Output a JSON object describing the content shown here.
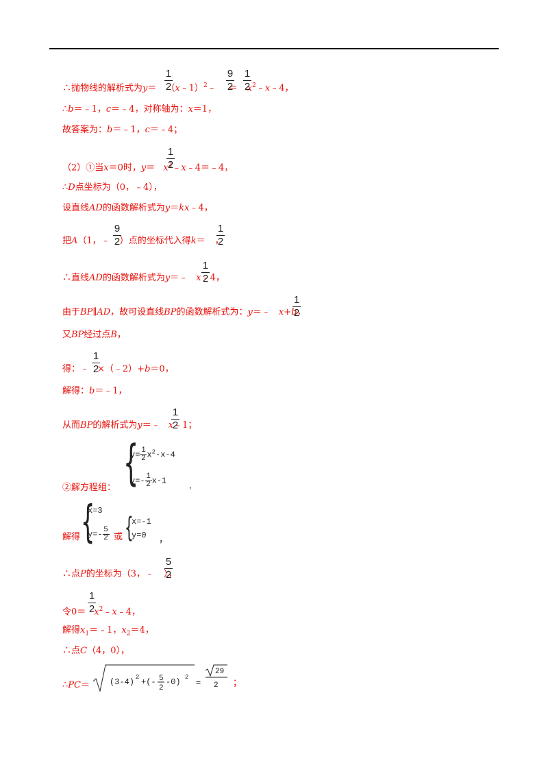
{
  "lines": {
    "l1": "∴抛物线的解析式为y＝½（x﹣1）²﹣9/2＝½x²﹣x﹣4，",
    "l2": "∴b＝﹣1，c＝﹣4，对称轴为：x＝1，",
    "l3": "故答案为：b＝﹣1，c＝﹣4；",
    "l4": "（2）①当x＝0时，y＝½x²﹣x﹣4＝﹣4，",
    "l5": "∴D点坐标为（0，﹣4），",
    "l6": "设直线AD的函数解析式为y＝kx﹣4，",
    "l7": "把A（1，﹣9/2）点的坐标代入得k＝½，",
    "l8": "∴直线AD的函数解析式为y＝﹣½x﹣4，",
    "l9": "由于BP∥AD，故可设直线BP的函数解析式为：y＝﹣½x+b，",
    "l10": "又BP经过点B，",
    "l11": "得：﹣½×（﹣2）+b＝0，",
    "l12": "解得：b＝﹣1，",
    "l13": "从而BP的解析式为y＝﹣½x﹣1；",
    "l14": "②解方程组：",
    "l15": "解得",
    "l16": "∴点P的坐标为（3，﹣5/2），",
    "l17": "令0＝½x²﹣x﹣4，",
    "l18": "解得x₁＝﹣1，x₂＝4，",
    "l19": "∴点C（4，0），",
    "l20": "∴PC＝"
  }
}
